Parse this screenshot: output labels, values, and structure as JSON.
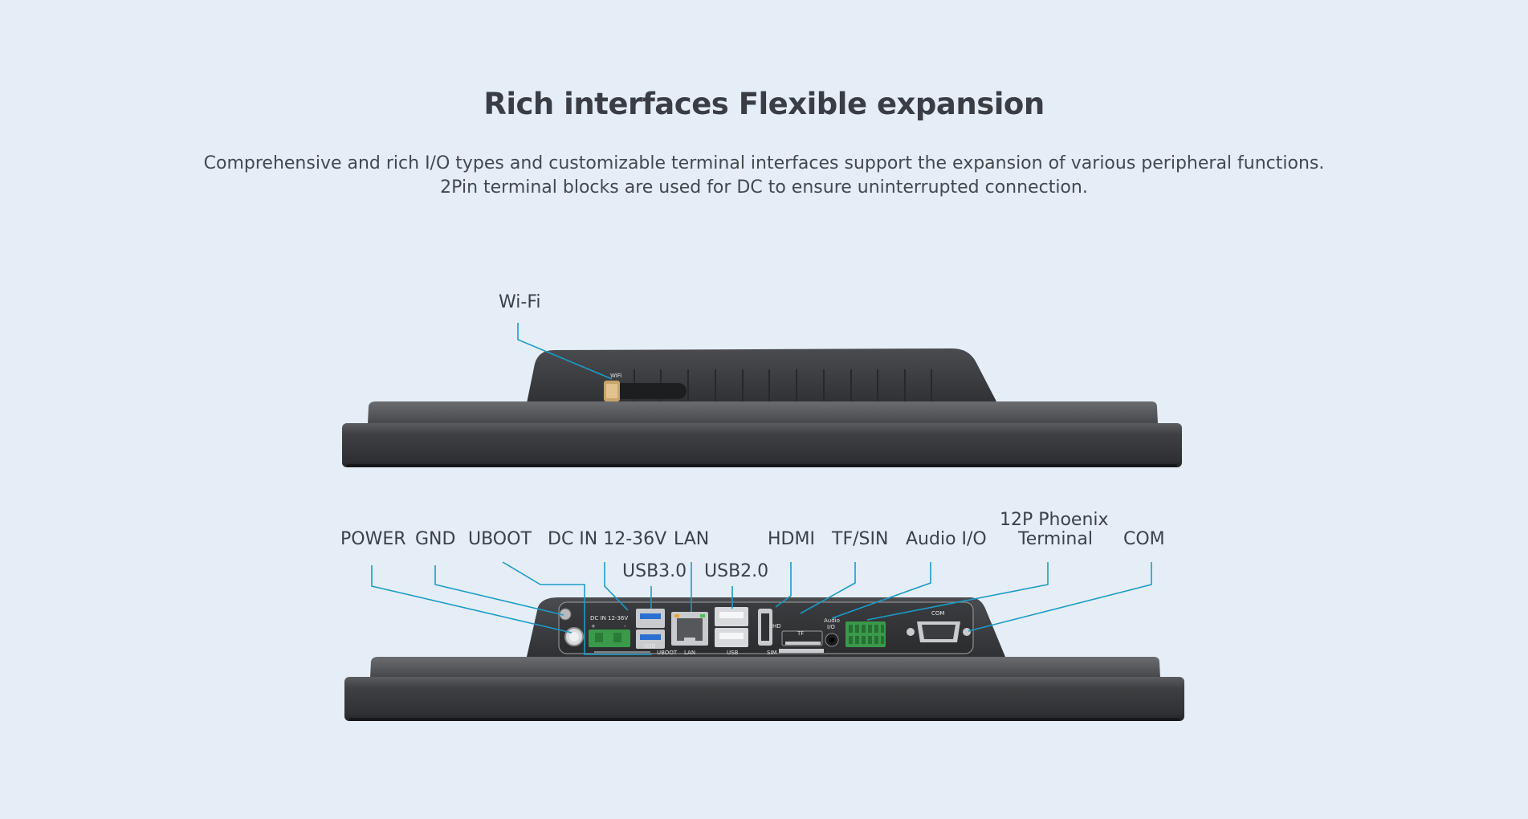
{
  "heading": {
    "title": "Rich interfaces Flexible expansion",
    "subtitle_line1": "Comprehensive and rich I/O types and customizable terminal interfaces support the expansion of various peripheral functions.",
    "subtitle_line2": "2Pin terminal blocks are used for DC to ensure uninterrupted connection."
  },
  "top_view": {
    "wifi_label": "Wi-Fi",
    "wifi_silk": "WiFi"
  },
  "bottom_view": {
    "labels": {
      "power": "POWER",
      "gnd": "GND",
      "uboot": "UBOOT",
      "dc_in": "DC IN 12-36V",
      "lan": "LAN",
      "usb30": "USB3.0",
      "usb20": "USB2.0",
      "hdmi": "HDMI",
      "tf_sin": "TF/SIN",
      "audio": "Audio I/O",
      "phoenix_line1": "12P Phoenix",
      "phoenix_line2": "Terminal",
      "com": "COM"
    },
    "silk": {
      "dc_in": "DC IN 12-36V",
      "plus": "+",
      "minus": "-",
      "usb": "USB",
      "uboot": "UBOOT",
      "lan": "LAN",
      "usb2": "USB",
      "sim": "SIM",
      "hd": "HD",
      "tf": "TF",
      "audio_top": "Audio",
      "audio_bottom": "I/O",
      "com": "COM"
    }
  },
  "colors": {
    "background": "#e5eef7",
    "leader_line": "#1c9bc9",
    "device_body": "#3f4144",
    "text": "#3c4148",
    "terminal_green": "#3a9a4a"
  }
}
